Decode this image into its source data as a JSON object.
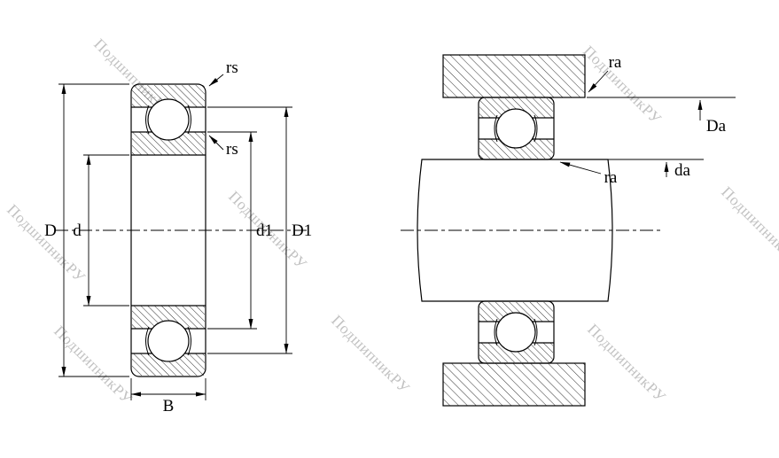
{
  "watermark": {
    "text": "ПодшипникРУ",
    "color": "#c3c3c3"
  },
  "labels": {
    "rs_outer": "rs",
    "rs_inner": "rs",
    "D": "D",
    "d": "d",
    "d1": "d1",
    "D1": "D1",
    "B": "B",
    "ra_housing": "ra",
    "ra_shaft": "ra",
    "Da": "Da",
    "da": "da"
  },
  "colors": {
    "line": "#000000",
    "background": "#ffffff"
  }
}
